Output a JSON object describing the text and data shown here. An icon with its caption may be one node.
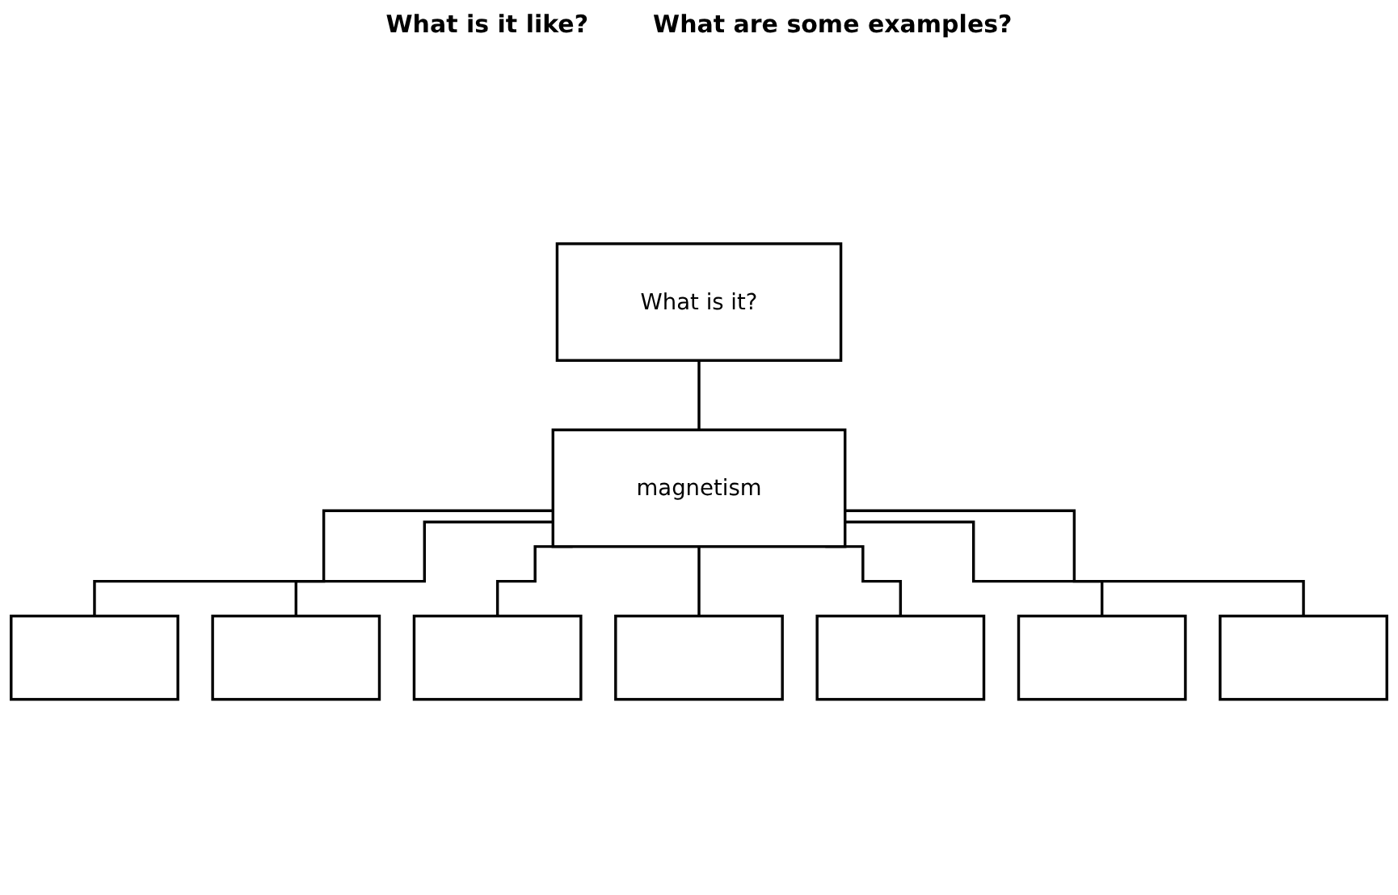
{
  "diagram": {
    "nodes": [
      {
        "text": [
          "What is it?"
        ]
      },
      {
        "text": [
          "magnetism"
        ]
      },
      {
        "text": [],
        "shape": "box"
      },
      {
        "text": [],
        "shape": "box"
      },
      {
        "text": [],
        "shape": "box"
      },
      {
        "text": [],
        "shape": "box"
      },
      {
        "text": [],
        "shape": "box"
      },
      {
        "text": [],
        "shape": "box"
      },
      {
        "text": [],
        "shape": "box"
      }
    ],
    "edges": [
      {
        "from": 0,
        "to": 1,
        "arrow": "none"
      },
      {
        "from": 1,
        "to": 2,
        "arrow": "none"
      },
      {
        "from": 1,
        "to": 3,
        "arrow": "none"
      },
      {
        "from": 1,
        "to": 4,
        "arrow": "none"
      },
      {
        "from": 1,
        "to": 5,
        "arrow": "none"
      },
      {
        "from": 1,
        "to": 6,
        "arrow": "none"
      },
      {
        "from": 1,
        "to": 7,
        "arrow": "none"
      },
      {
        "from": 1,
        "to": 8,
        "arrow": "none"
      }
    ],
    "labels": [
      "What is it like?",
      "What are some examples?"
    ]
  }
}
